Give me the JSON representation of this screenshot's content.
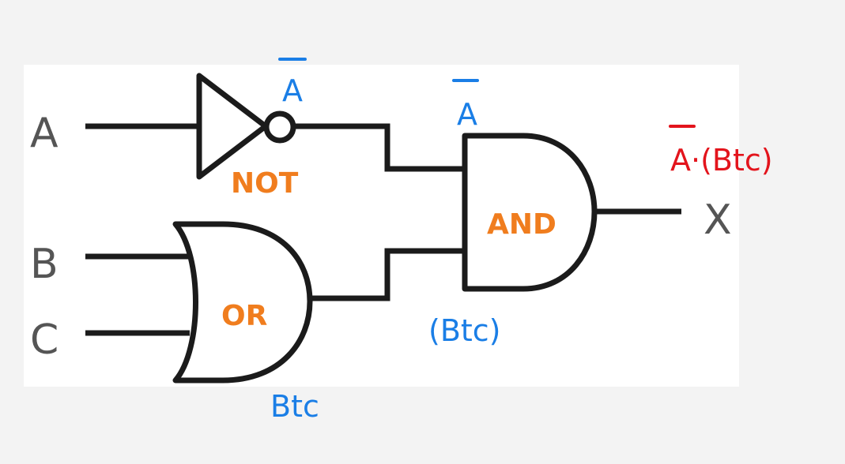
{
  "inputs": {
    "a": "A",
    "b": "B",
    "c": "C"
  },
  "output": {
    "x": "X"
  },
  "gates": {
    "not": "NOT",
    "or": "OR",
    "and": "AND"
  },
  "annotations": {
    "not_out": "A",
    "and_in_top": "A",
    "or_out": "Btc",
    "and_in_bottom": "(Btc)",
    "result": "A·(Btc)"
  },
  "colors": {
    "gate_label": "#f07d1e",
    "annotation": "#1a7ee6",
    "result": "#e3141c",
    "stroke": "#1b1b1b",
    "terminal": "#555555"
  }
}
